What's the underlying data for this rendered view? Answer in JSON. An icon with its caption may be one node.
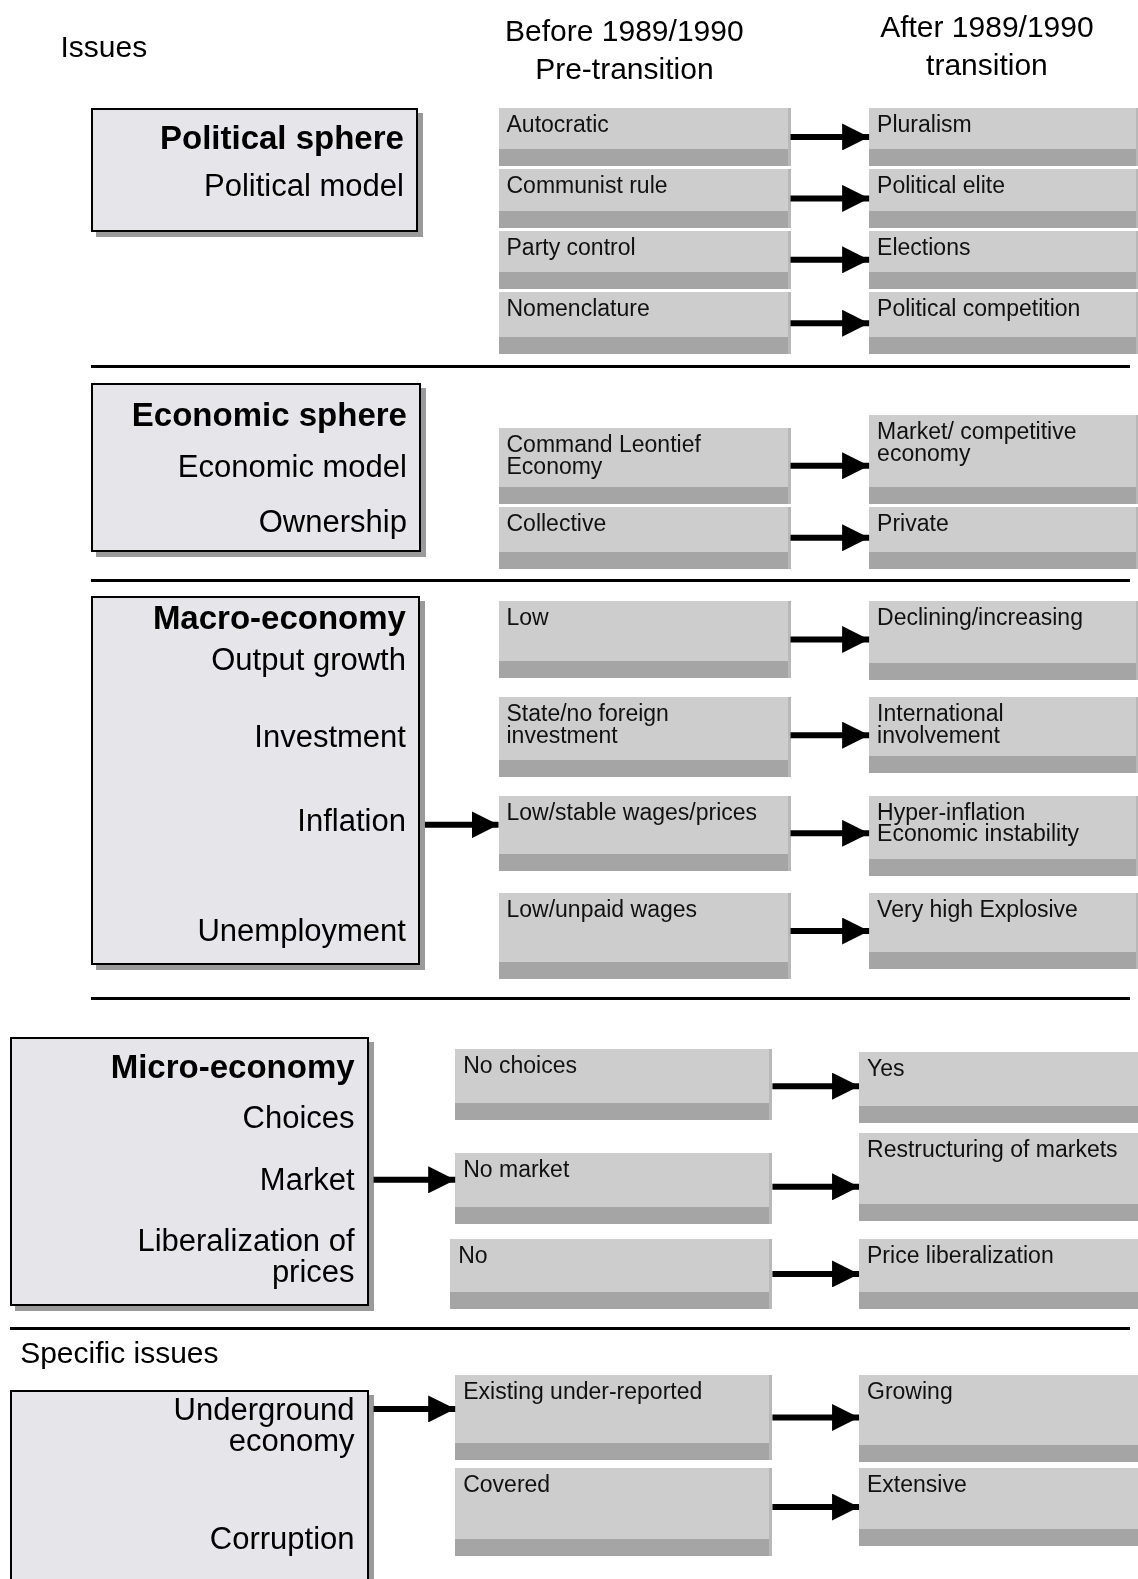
{
  "diagram": {
    "nodes": [
      {
        "text": [
          "Political sphere",
          "Political model"
        ]
      },
      {
        "text": [
          "Autocratic"
        ]
      },
      {
        "text": [
          "Pluralism"
        ]
      },
      {
        "text": [
          "Communist rule"
        ]
      },
      {
        "text": [
          "Political elite"
        ]
      },
      {
        "text": [
          "Party control"
        ]
      },
      {
        "text": [
          "Elections"
        ]
      },
      {
        "text": [
          "Nomenclature"
        ]
      },
      {
        "text": [
          "Political competition"
        ]
      },
      {
        "text": [
          "Economic sphere",
          "Economic model",
          "Ownership"
        ]
      },
      {
        "text": [
          "Command Leontief Economy"
        ]
      },
      {
        "text": [
          "Market/ competitive economy"
        ]
      },
      {
        "text": [
          "Collective"
        ]
      },
      {
        "text": [
          "Private"
        ]
      },
      {
        "text": [
          "Macro-economy",
          "Output growth",
          "Investment",
          "Inflation",
          "Unemployment"
        ]
      },
      {
        "text": [
          "Low"
        ]
      },
      {
        "text": [
          "Declining/increasing"
        ]
      },
      {
        "text": [
          "State/no foreign investment"
        ]
      },
      {
        "text": [
          "International involvement"
        ]
      },
      {
        "text": [
          "Low/stable wages/prices"
        ]
      },
      {
        "text": [
          "Hyper-inflation Economic instability"
        ]
      },
      {
        "text": [
          "Low/unpaid wages"
        ]
      },
      {
        "text": [
          "Very high Explosive"
        ]
      },
      {
        "text": [
          "Micro-economy",
          "Choices",
          "Market",
          "Liberalization of prices"
        ]
      },
      {
        "text": [
          "No choices"
        ]
      },
      {
        "text": [
          "Yes"
        ]
      },
      {
        "text": [
          "No market"
        ]
      },
      {
        "text": [
          "Restructuring of markets"
        ]
      },
      {
        "text": [
          "No"
        ]
      },
      {
        "text": [
          "Price liberalization"
        ]
      },
      {
        "text": [
          "Underground economy",
          "Corruption"
        ]
      },
      {
        "text": [
          "Existing under-reported"
        ]
      },
      {
        "text": [
          "Growing"
        ]
      },
      {
        "text": [
          "Covered"
        ]
      },
      {
        "text": [
          "Extensive"
        ]
      }
    ],
    "edges": [
      {
        "from": 1,
        "to": 2,
        "arrow": "to"
      },
      {
        "from": 3,
        "to": 4,
        "arrow": "to"
      },
      {
        "from": 5,
        "to": 6,
        "arrow": "to"
      },
      {
        "from": 7,
        "to": 8,
        "arrow": "to"
      },
      {
        "from": 10,
        "to": 11,
        "arrow": "to"
      },
      {
        "from": 12,
        "to": 13,
        "arrow": "to"
      },
      {
        "from": 15,
        "to": 16,
        "arrow": "to"
      },
      {
        "from": 17,
        "to": 18,
        "arrow": "to"
      },
      {
        "from": 14,
        "to": 19,
        "arrow": "to"
      },
      {
        "from": 19,
        "to": 20,
        "arrow": "to"
      },
      {
        "from": 21,
        "to": 22,
        "arrow": "to"
      },
      {
        "from": 24,
        "to": 25,
        "arrow": "to"
      },
      {
        "from": 23,
        "to": 26,
        "arrow": "to"
      },
      {
        "from": 26,
        "to": 27,
        "arrow": "to"
      },
      {
        "from": 28,
        "to": 29,
        "arrow": "to"
      },
      {
        "from": 30,
        "to": 31,
        "arrow": "to"
      },
      {
        "from": 31,
        "to": 32,
        "arrow": "to"
      },
      {
        "from": 33,
        "to": 34,
        "arrow": "to"
      }
    ],
    "labels": [
      "Issues",
      "Before 1989/1990 Pre-transition",
      "After 1989/1990 transition",
      "Specific issues"
    ]
  }
}
